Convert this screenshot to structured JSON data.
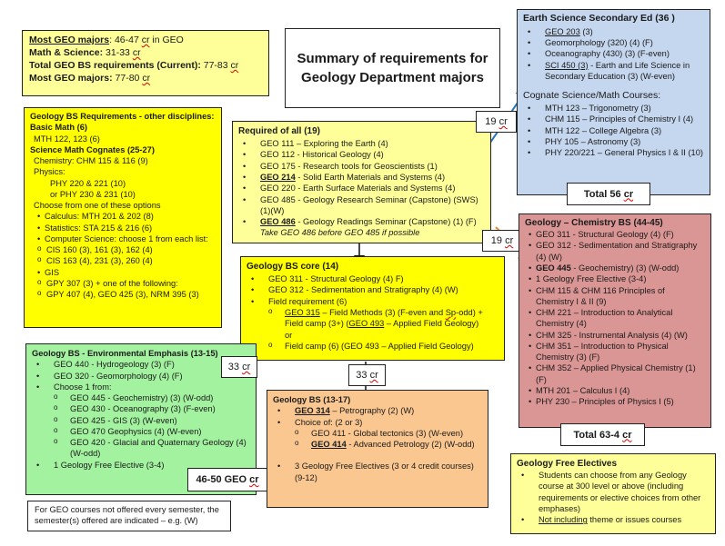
{
  "summary": {
    "line1_label": "Most GEO majors",
    "line1_value": ": 46-47 ",
    "line1_unit": "cr",
    "line1_suffix": " in GEO",
    "line2_label": "Math & Science:",
    "line2_value": " 31-33 ",
    "line2_unit": "cr",
    "line3_label": "Total GEO BS requirements (Current):",
    "line3_value": " 77-83 ",
    "line3_unit": "cr",
    "line4_label": "Most GEO majors:",
    "line4_value": "  77-80 ",
    "line4_unit": "cr"
  },
  "title": "Summary of requirements for Geology Department majors",
  "other_disciplines": {
    "heading": "Geology BS Requirements - other disciplines:",
    "basic_math_heading": "Basic Math (6)",
    "basic_math": "MTH 122, 123 (6)",
    "cognates_heading": "Science Math Cognates (25-27)",
    "chemistry": "Chemistry: CHM 115 & 116 (9)",
    "physics": "Physics:",
    "physics_opt1": "PHY 220 & 221 (10)",
    "physics_opt2": "or PHY 230 & 231 (10)",
    "choose": "Choose from one of these options",
    "calculus": "Calculus: MTH 201 & 202 (8)",
    "statistics": "Statistics: STA 215 & 216  (6)",
    "cs": "Computer Science: choose 1 from each list:",
    "cs_list1": "CIS 160 (3), 161 (3), 162 (4)",
    "cs_list2": "CIS 163 (4), 231 (3), 260 (4)",
    "gis": "GIS",
    "gis_1": "GPY 307 (3)  + one of the following:",
    "gis_2": "GPY 407 (4), GEO 425 (3), NRM 395 (3)"
  },
  "required_all": {
    "heading": "Required of all (19)",
    "items": [
      {
        "code": "GEO 111",
        "text": " – Exploring the Earth (4)"
      },
      {
        "code": "GEO 112",
        "text": " - Historical Geology (4)"
      },
      {
        "code": "GEO 175",
        "text": " - Research tools for Geoscientists (1)"
      },
      {
        "code": "GEO 214",
        "text": " - Solid Earth Materials and Systems (4)"
      },
      {
        "code": "GEO 220",
        "text": " - Earth Surface Materials and Systems (4)"
      },
      {
        "code": "GEO 485",
        "text": " - Geology Research Seminar (Capstone) (SWS) (1)(W)"
      },
      {
        "code": "GEO 486",
        "text": " - Geology Readings Seminar (Capstone) (1) (F)"
      }
    ],
    "note": "Take GEO 486 before GEO 485 if possible"
  },
  "earth_science": {
    "heading": "Earth Science Secondary Ed (36 )",
    "items": [
      {
        "code": "GEO 203",
        "text": " (3)"
      },
      {
        "code": "",
        "text": "Geomorphology (320) (4) (F)"
      },
      {
        "code": "",
        "text": "Oceanography (430) (3) (F-even)"
      },
      {
        "code": "SCI 450 (3)",
        "text": " - Earth and Life Science in Secondary Education (3) (W-even)"
      }
    ],
    "cognate_heading": "Cognate Science/Math Courses:",
    "cognates": [
      "MTH 123 – Trigonometry (3)",
      "CHM 115 – Principles of Chemistry I (4)",
      "MTH 122 – College Algebra (3)",
      "PHY 105 – Astronomy (3)",
      "PHY 220/221 – General Physics I & II (10)"
    ],
    "total_label": "Total 56 ",
    "total_unit": "cr"
  },
  "core": {
    "heading": "Geology BS core (14)",
    "item1": "GEO 311 - Structural Geology (4) F)",
    "item2": "GEO 312 - Sedimentation and Stratigraphy (4) (W)",
    "item3": "Field requirement (6)",
    "sub1_code": "GEO 315",
    "sub1_text_a": " – Field Methods (3) (F-even and ",
    "sub1_sp": "Sp",
    "sub1_text_b": "-odd) + Field camp (3+) (",
    "sub1_code2": "GEO 493",
    "sub1_text_c": " – Applied Field Geology)",
    "or": "or",
    "sub2": "Field camp (6) (GEO 493 – Applied Field Geology)"
  },
  "chem": {
    "heading": "Geology – Chemistry BS (44-45)",
    "items": [
      {
        "bold": "",
        "text": "GEO 311 - Structural Geology (4) (F)"
      },
      {
        "bold": "",
        "text": "GEO 312 - Sedimentation and Stratigraphy (4) (W)"
      },
      {
        "bold": "GEO 445",
        "text": " - Geochemistry) (3) (W-odd)"
      },
      {
        "bold": "",
        "text": "1 Geology Free Elective (3-4)"
      },
      {
        "bold": "",
        "text": "CHM 115 & CHM 116 Principles of Chemistry I & II (9)"
      },
      {
        "bold": "",
        "text": "CHM 221 – Introduction to Analytical Chemistry (4)"
      },
      {
        "bold": "",
        "text": "CHM 325 - Instrumental Analysis (4) (W)"
      },
      {
        "bold": "",
        "text": "CHM 351 – Introduction to Physical Chemistry (3) (F)"
      },
      {
        "bold": "",
        "text": "CHM 352 – Applied Physical Chemistry (1)(F)"
      },
      {
        "bold": "",
        "text": "MTH 201 – Calculus I (4)"
      },
      {
        "bold": "",
        "text": "PHY 230 – Principles of Physics I (5)"
      }
    ],
    "total_label": "Total 63-4 ",
    "total_unit": "cr"
  },
  "environmental": {
    "heading": "Geology BS - Environmental Emphasis (13-15)",
    "item1": "GEO 440 - Hydrogeology (3) (F)",
    "item2": "GEO 320 - Geomorphology (4) (F)",
    "item3": "Choose 1 from:",
    "subs": [
      "GEO 445 - Geochemistry) (3) (W-odd)",
      "GEO 430 - Oceanography (3) (F-even)",
      "GEO 425 - GIS (3) (W-even)",
      "GEO 470 Geophysics (4) (W-even)",
      "GEO 420 - Glacial and Quaternary Geology (4) (W-odd)"
    ],
    "item4": "1 Geology Free Elective (3-4)"
  },
  "geology_bs": {
    "heading": "Geology BS (13-17)",
    "item1_code": "GEO 314",
    "item1_text": " – Petrography (2) (W)",
    "item2": "Choice of: (2 or 3)",
    "sub1": "GEO 411 - Global tectonics (3) (W-even)",
    "sub2_code": "GEO 414",
    "sub2_text": " - Advanced Petrology (2) (W-odd)",
    "item3": "3 Geology Free Electives (3 or 4 credit courses) (9-12)"
  },
  "free_electives": {
    "heading": "Geology Free Electives",
    "item1": "Students can choose from any Geology course at 300 level or above (including requirements or elective choices from other emphases)",
    "item2_u": "Not including",
    "item2_text": " theme or issues courses"
  },
  "footnote": "For GEO courses not offered every semester, the semester(s) offered are indicated – e.g. (W)",
  "labels": {
    "to_earth_sci": "19 ",
    "to_chem": "19 ",
    "to_env": "33 ",
    "to_geo_bs": "33 ",
    "geo_cr": "46-50 GEO ",
    "unit": "cr"
  },
  "colors": {
    "arrow_blue": "#2e75b6",
    "arrow_orange": "#e38b2c",
    "arrow_black": "#111111"
  }
}
